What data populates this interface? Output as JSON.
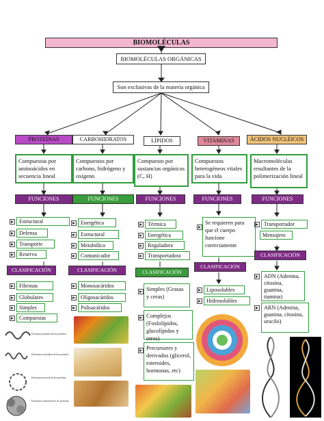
{
  "title": "BIOMOLÉCULAS",
  "subtitle": "BIOMOLÉCULAS ORGÁNICAS",
  "intro": "Son exclusivas de la materia orgánica",
  "colors": {
    "title_bg": "#f4b6cf",
    "purple": "#7e2b86",
    "green": "#2e9d3a"
  },
  "categories": [
    {
      "name": "PROTEÍNAS",
      "bg": "#b94bc6",
      "desc": "Compuestas por aminoácidos en secuencia lineal",
      "func_label": "FUNCIONES",
      "funcs": [
        "Estructural",
        "Defensa",
        "Transporte",
        "Reserva"
      ],
      "clas_label": "CLASIFICACIÓN",
      "clas": [
        "Fibrosas",
        "Globulares",
        "Simples",
        "Compuestas"
      ]
    },
    {
      "name": "CARBOHIDRATOS",
      "bg": "#ffffff",
      "desc": "Compuestos por carbono, hidrógeno y oxígeno",
      "func_label": "FUNCIONES",
      "funcs": [
        "Energética",
        "Estructural",
        "Metabólica",
        "Comunicador"
      ],
      "clas_label": "CLASIFICACIÓN",
      "clas": [
        "Monosacáridos",
        "Oligosacáridos",
        "Polisacáridos"
      ]
    },
    {
      "name": "LÍPIDOS",
      "bg": "#ffffff",
      "desc": "Compuesto por sustancias orgánicas (C, H)",
      "func_label": "FUNCIONES",
      "funcs": [
        "Térmica",
        "Energética",
        "Reguladora",
        "Transportadora"
      ],
      "clas_label": "CLASIFICACIÓN",
      "clas": [
        "Simples (Grasas y ceras)",
        "Complejos (Fosfolípidos, glucolípidos y otros)",
        "Precursores y derivados (glicerol, esteroides, hormonas, etc)"
      ]
    },
    {
      "name": "VITAMINAS",
      "bg": "#e0889a",
      "desc": "Compuestos heterogéneos vitales para la vida",
      "func_label": "FUNCIONES",
      "funcs": [
        "Se requieren para que el cuerpo funcione correctamente"
      ],
      "clas_label": "CLASIFICACIÓN",
      "clas": [
        "Liposolubles",
        "Hidrosolubles"
      ]
    },
    {
      "name": "ÁCIDOS NUCLÉICOS",
      "bg": "#f0c278",
      "desc": "Macromoléculas resultantes de la polimerización lineal",
      "func_label": "FUNCIONES",
      "funcs": [
        "Transportador",
        "Mensajero"
      ],
      "clas_label": "CLASIFICACIÓN",
      "clas": [
        "ADN (Adenina, citosina, guanina, tiamina)",
        "ARN (Adenina, guanina, citosina, uracilo)"
      ]
    }
  ],
  "protein_figure_labels": [
    "Estructura primaria de las proteínas",
    "Estructura secundaria de las proteínas",
    "Estructura terciaria de las proteínas",
    "Estructura cuaternaria de las proteínas"
  ]
}
